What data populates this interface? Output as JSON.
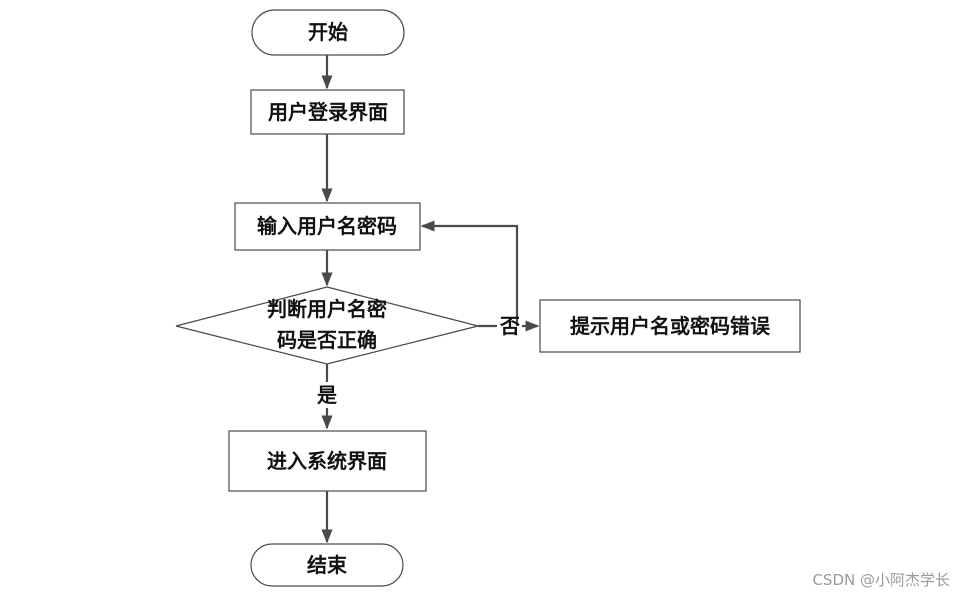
{
  "diagram": {
    "nodes": {
      "start": {
        "label": "开始"
      },
      "login_screen": {
        "label": "用户登录界面"
      },
      "input_credentials": {
        "label": "输入用户名密码"
      },
      "check_credentials": {
        "label_line1": "判断用户名密",
        "label_line2": "码是否正确"
      },
      "error_message": {
        "label": "提示用户名或密码错误"
      },
      "enter_system": {
        "label": "进入系统界面"
      },
      "end": {
        "label": "结束"
      }
    },
    "edges": {
      "no_label": "否",
      "yes_label": "是"
    },
    "colors": {
      "stroke": "#4a4a4a",
      "text": "#111111",
      "background": "#ffffff"
    }
  },
  "watermark": {
    "text": "CSDN @小阿杰学长"
  }
}
